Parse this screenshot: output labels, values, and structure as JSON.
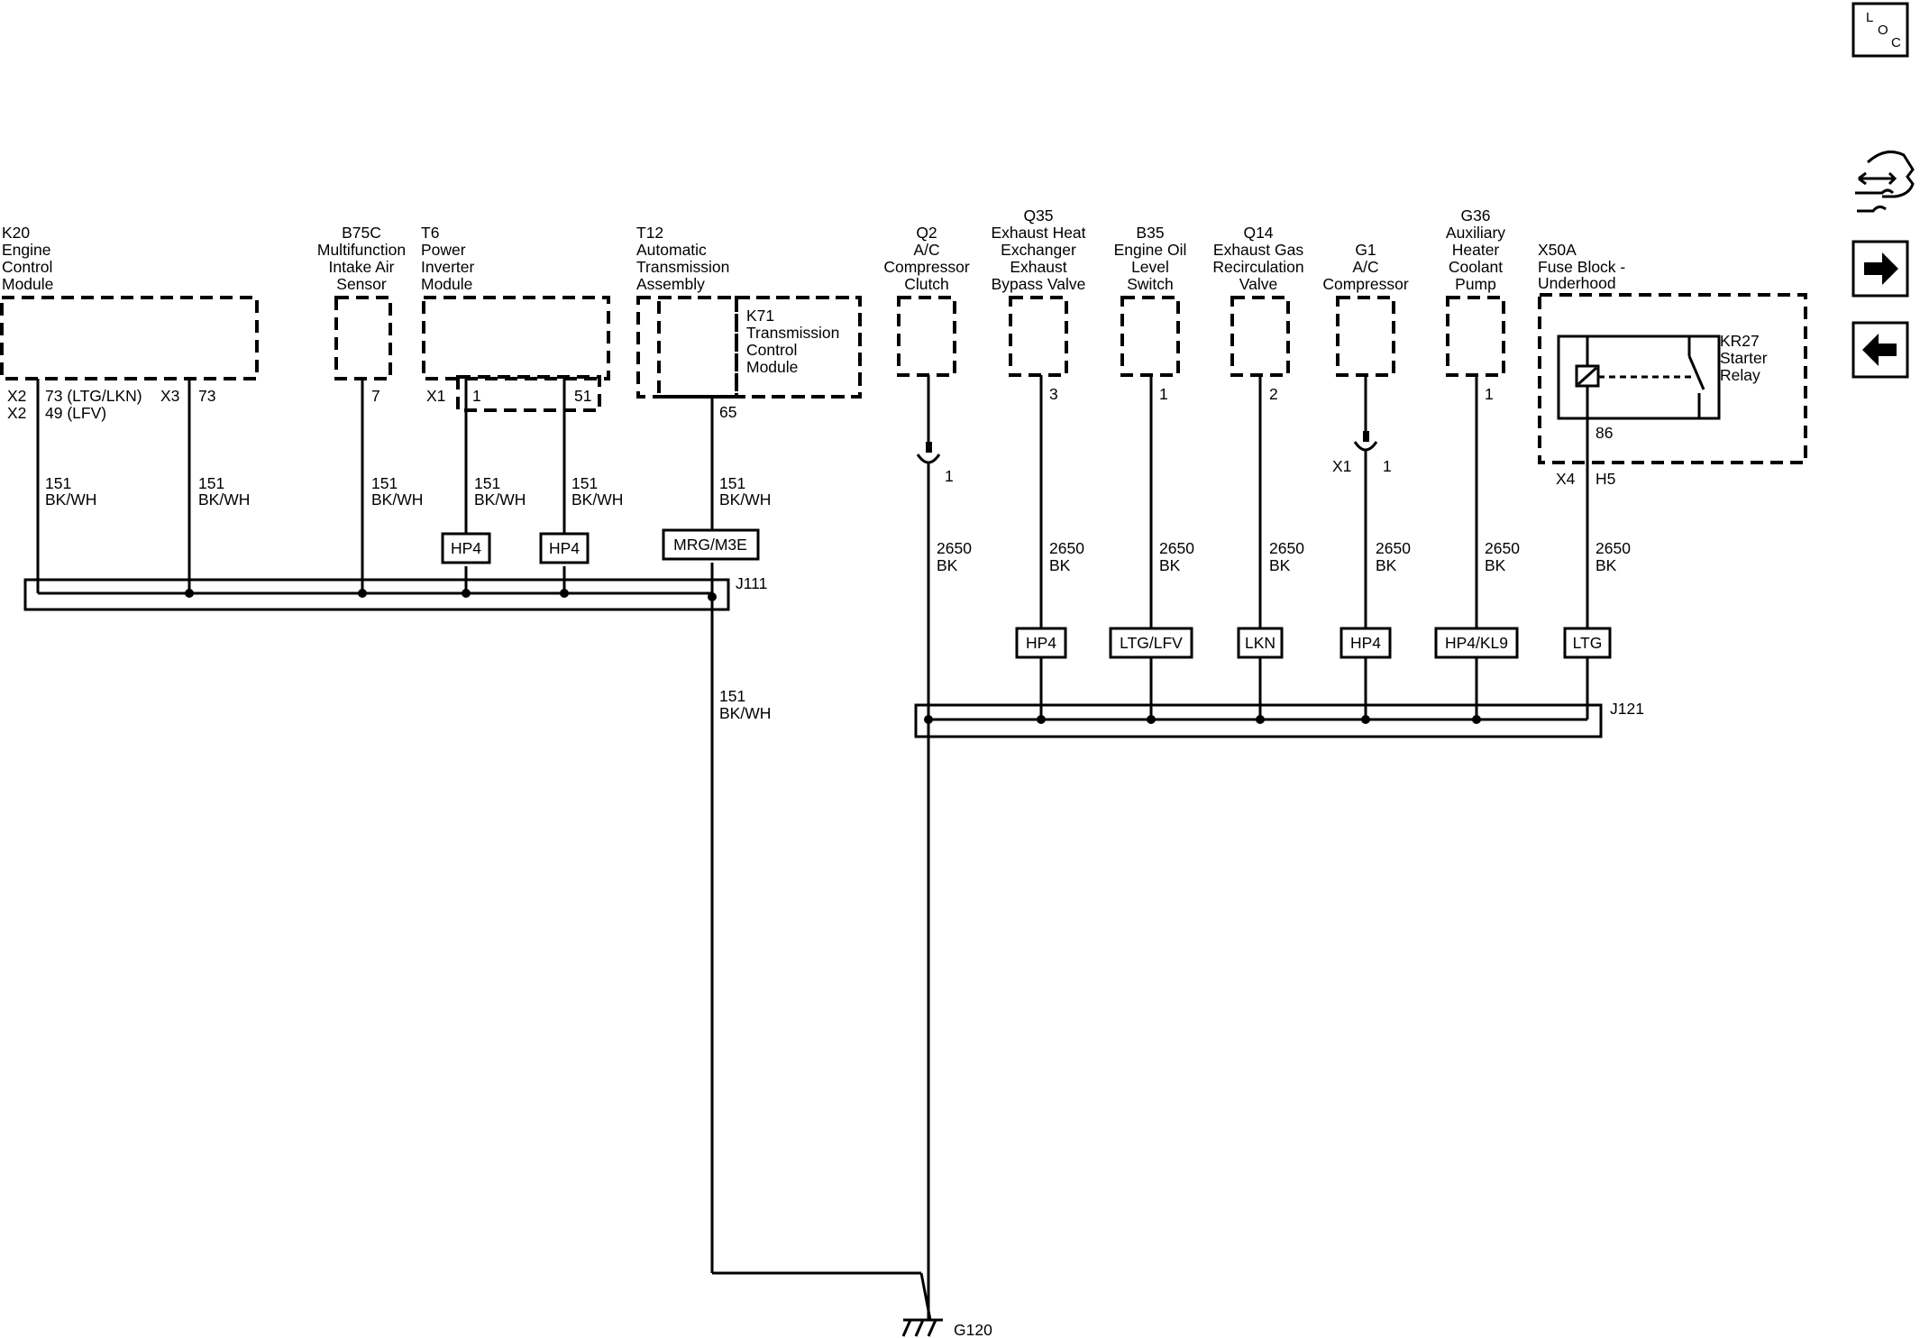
{
  "nav": {
    "loc_l": "L",
    "loc_o": "O",
    "loc_c": "C",
    "icons": [
      "location-icon",
      "vehicle-service-icon",
      "next-arrow-icon",
      "previous-arrow-icon"
    ]
  },
  "components": {
    "k20": {
      "l1": "K20",
      "l2": "Engine",
      "l3": "Control",
      "l4": "Module"
    },
    "b75c": {
      "l1": "B75C",
      "l2": "Multifunction",
      "l3": "Intake Air",
      "l4": "Sensor"
    },
    "t6": {
      "l1": "T6",
      "l2": "Power",
      "l3": "Inverter",
      "l4": "Module"
    },
    "t12": {
      "l1": "T12",
      "l2": "Automatic",
      "l3": "Transmission",
      "l4": "Assembly"
    },
    "k71": {
      "l1": "K71",
      "l2": "Transmission",
      "l3": "Control",
      "l4": "Module"
    },
    "q2": {
      "l1": "Q2",
      "l2": "A/C",
      "l3": "Compressor",
      "l4": "Clutch"
    },
    "q35": {
      "l1": "Q35",
      "l2": "Exhaust Heat",
      "l3": "Exchanger",
      "l4": "Exhaust",
      "l5": "Bypass Valve"
    },
    "b35": {
      "l1": "B35",
      "l2": "Engine Oil",
      "l3": "Level",
      "l4": "Switch"
    },
    "q14": {
      "l1": "Q14",
      "l2": "Exhaust Gas",
      "l3": "Recirculation",
      "l4": "Valve"
    },
    "g1": {
      "l1": "G1",
      "l2": "A/C",
      "l3": "Compressor"
    },
    "g36": {
      "l1": "G36",
      "l2": "Auxiliary",
      "l3": "Heater",
      "l4": "Coolant",
      "l5": "Pump"
    },
    "x50a": {
      "l1": "X50A",
      "l2": "Fuse Block -",
      "l3": "Underhood"
    },
    "kr27": {
      "l1": "KR27",
      "l2": "Starter",
      "l3": "Relay"
    }
  },
  "pins": {
    "k20_x2a": "X2",
    "k20_x2b": "X2",
    "k20_p73": "73 (LTG/LKN)",
    "k20_p49": "49 (LFV)",
    "k20_x3": "X3",
    "k20_p73b": "73",
    "b75c_p": "7",
    "t6_x1": "X1",
    "t6_p1": "1",
    "t6_p51": "51",
    "t12_p": "65",
    "q2_p": "1",
    "q35_p": "3",
    "b35_p": "1",
    "q14_p": "2",
    "g1_x1": "X1",
    "g1_p": "1",
    "g36_p": "1",
    "x50a_x4": "X4",
    "x50a_h5": "H5",
    "kr27_p": "86"
  },
  "wires": {
    "circuit_151": "151",
    "color_bkwh": "BK/WH",
    "circuit_2650": "2650",
    "color_bk": "BK"
  },
  "options": {
    "t6_1": "HP4",
    "t6_2": "HP4",
    "t12": "MRG/M3E",
    "q35": "HP4",
    "b35": "LTG/LFV",
    "q14": "LKN",
    "g1": "HP4",
    "g36": "HP4/KL9",
    "x50a": "LTG"
  },
  "splices": {
    "j111": "J111",
    "j121": "J121"
  },
  "ground": {
    "g120": "G120"
  }
}
